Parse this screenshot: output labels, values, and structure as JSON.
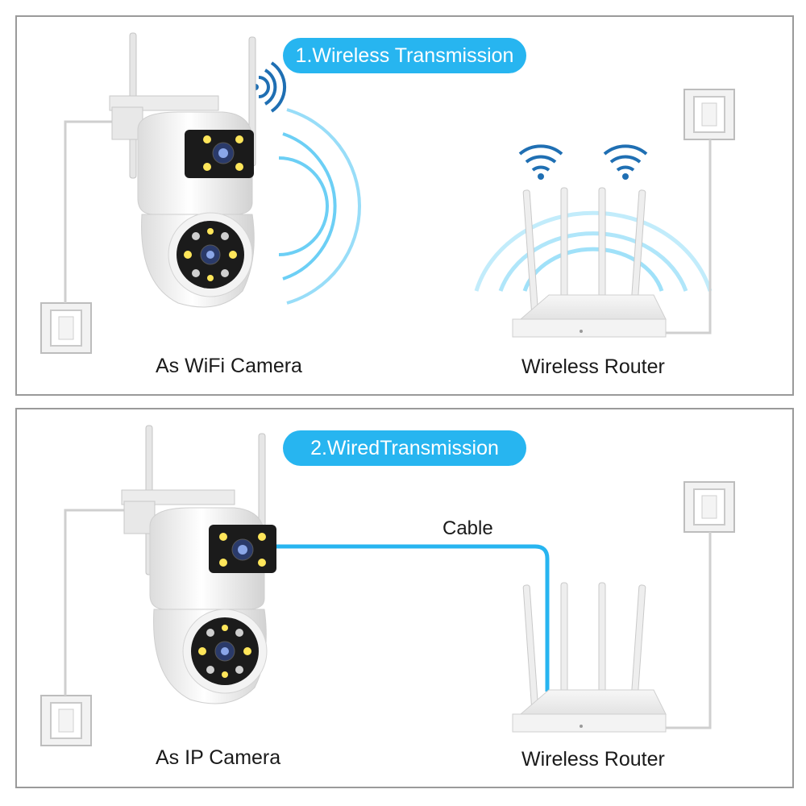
{
  "panels": [
    {
      "id": "wireless",
      "badge": "1.Wireless Transmission",
      "camera_caption": "As WiFi Camera",
      "router_caption": "Wireless Router"
    },
    {
      "id": "wired",
      "badge": "2.WiredTransmission",
      "camera_caption": "As IP Camera",
      "router_caption": "Wireless Router",
      "cable_label": "Cable"
    }
  ],
  "icons": [
    "wifi-signal-icon",
    "security-camera-icon",
    "wireless-router-icon",
    "power-outlet-icon"
  ],
  "colors": {
    "accent": "#27b5f0",
    "border": "#9a9a9a",
    "text": "#1a1a1a"
  }
}
